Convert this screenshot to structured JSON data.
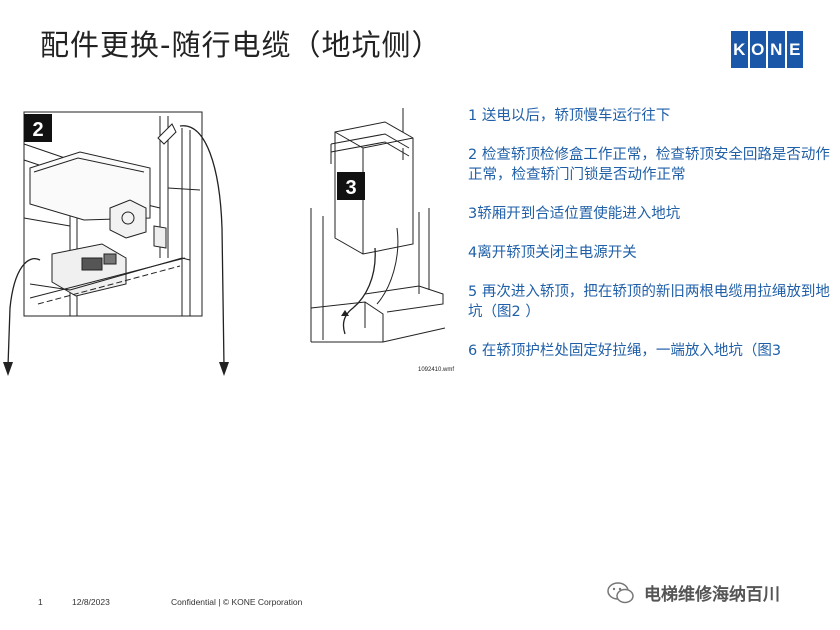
{
  "title": "配件更换-随行电缆（地坑侧）",
  "logo": {
    "letters": [
      "K",
      "O",
      "N",
      "E"
    ],
    "color": "#1a57a8"
  },
  "steps": [
    "1 送电以后，轿顶慢车运行往下",
    "2 检查轿顶检修盒工作正常，检查轿顶安全回路是否动作正常，检查轿门门锁是否动作正常",
    "3轿厢开到合适位置使能进入地坑",
    "4离开轿顶关闭主电源开关",
    "5 再次进入轿顶，把在轿顶的新旧两根电缆用拉绳放到地坑（图2 ）",
    "6 在轿顶护栏处固定好拉绳，一端放入地坑（图3"
  ],
  "figures": {
    "fig2_label": "2",
    "fig3_label": "3",
    "fig3_caption": "1092410.wmf"
  },
  "footer": {
    "page": "1",
    "date": "12/8/2023",
    "confidential": "Confidential  |  © KONE Corporation"
  },
  "watermark": "电梯维修海纳百川",
  "text_color": "#1f5fa8"
}
